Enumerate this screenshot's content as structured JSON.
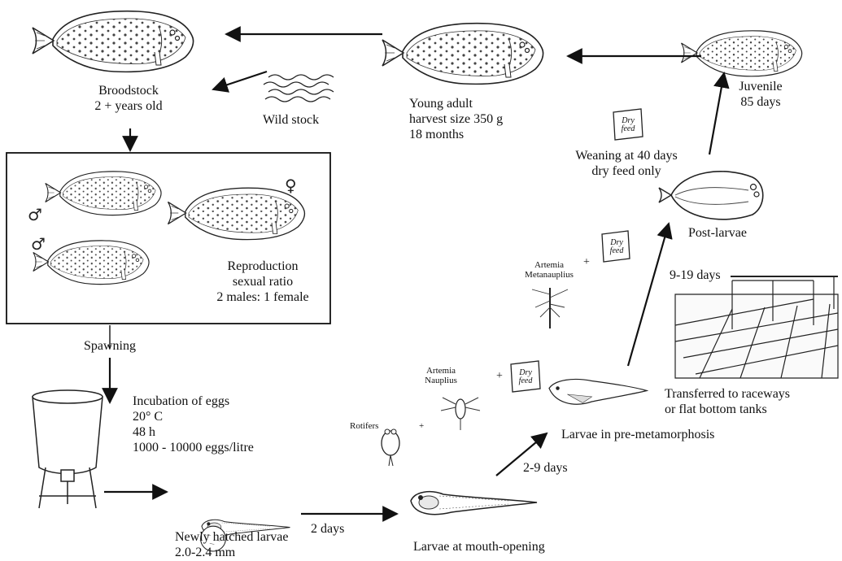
{
  "stages": {
    "broodstock": {
      "line1": "Broodstock",
      "line2": "2 + years old"
    },
    "wild_stock": "Wild stock",
    "young_adult": {
      "line1": "Young adult",
      "line2": "harvest size 350 g",
      "line3": "18 months"
    },
    "juvenile": {
      "line1": "Juvenile",
      "line2": "85 days"
    },
    "weaning": {
      "line1": "Weaning at 40 days",
      "line2": "dry feed only"
    },
    "reproduction": {
      "line1": "Reproduction",
      "line2": "sexual ratio",
      "line3": "2 males: 1 female"
    },
    "spawning": "Spawning",
    "incubation": {
      "line1": "Incubation of eggs",
      "line2": "20° C",
      "line3": "48 h",
      "line4": "1000 - 10000 eggs/litre"
    },
    "newly_hatched": {
      "line1": "Newly hatched larvae",
      "line2": "2.0-2.4 mm"
    },
    "two_days": "2 days",
    "mouth_opening": "Larvae at mouth-opening",
    "two_nine_days": "2-9 days",
    "pre_metamorphosis": "Larvae in pre-metamorphosis",
    "nine_nineteen_days": "9-19 days",
    "post_larvae": "Post-larvae",
    "transferred": {
      "line1": "Transferred to raceways",
      "line2": "or flat bottom tanks"
    }
  },
  "feeds": {
    "rotifers": "Rotifers",
    "artemia_nauplius": {
      "line1": "Artemia",
      "line2": "Nauplius"
    },
    "artemia_metanauplius": {
      "line1": "Artemia",
      "line2": "Metanauplius"
    },
    "plus": "+",
    "dry_feed": "Dry\nfeed"
  },
  "symbols": {
    "male": "♂",
    "female": "♀"
  }
}
